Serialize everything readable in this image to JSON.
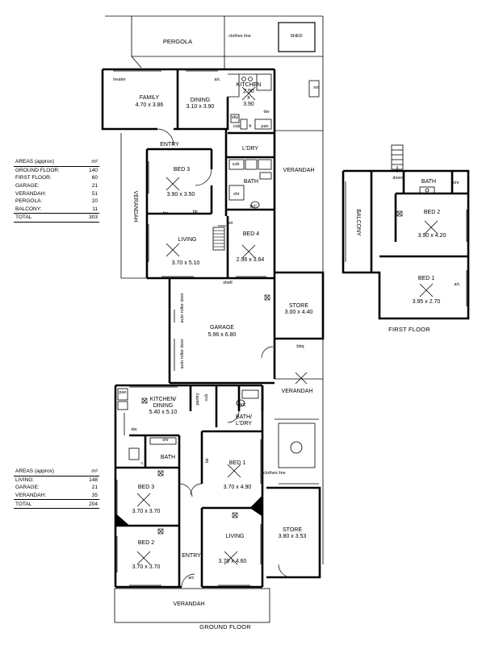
{
  "areas_upper": {
    "title": "AREAS (approx)",
    "unit": "m²",
    "rows": [
      {
        "label": "GROUND FLOOR:",
        "value": "140"
      },
      {
        "label": "FIRST FLOOR:",
        "value": "60"
      },
      {
        "label": "GARAGE:",
        "value": "21"
      },
      {
        "label": "VERANDAH:",
        "value": "51"
      },
      {
        "label": "PERGOLA:",
        "value": "20"
      },
      {
        "label": "BALCONY:",
        "value": "11"
      }
    ],
    "total_label": "TOTAL",
    "total_value": "303"
  },
  "areas_lower": {
    "title": "AREAS (approx)",
    "unit": "m²",
    "rows": [
      {
        "label": "LIVING:",
        "value": "148"
      },
      {
        "label": "GARAGE:",
        "value": "21"
      },
      {
        "label": "VERANDAH:",
        "value": "35"
      }
    ],
    "total_label": "TOTAL",
    "total_value": "204"
  },
  "rooms": {
    "pergola": "PERGOLA",
    "clothes_line_top": "clothes line",
    "shed": "SHED",
    "family": "FAMILY",
    "family_dim": "4.70 x 3.86",
    "heater": "heater",
    "ac_dining": "a/c",
    "dining": "DINING",
    "dining_dim": "3.10 x 3.90",
    "kitchen": "KITCHEN",
    "kitchen_dim1": "2.90",
    "kitchen_x": "x",
    "kitchen_dim2": "3.90",
    "dw_kitchen": "dw",
    "sky": "sky",
    "cub_kitchen": "cub",
    "fr": "fr",
    "pan_kitchen": "pan",
    "rwt": "rwt",
    "entry_top": "ENTRY",
    "ldry": "L'DRY",
    "cub_ldry": "cub",
    "verandah_right": "VERANDAH",
    "verandah_left": "VERANDAH",
    "bed3_top": "BED 3",
    "bed3_top_dim": "3.90 x 3.50",
    "bath_top": "BATH",
    "shr_top": "shr",
    "wc_top": "WC",
    "bir_top1": "bir",
    "bir_top2": "bir",
    "wir": "wir",
    "living_top": "LIVING",
    "living_top_dim": "3.70 x 5.10",
    "bed4": "BED 4",
    "bed4_dim": "2.96 x 3.64",
    "shelf": "shelf",
    "store_top": "STORE",
    "store_top_dim": "3.00 x 4.40",
    "roller_door1": "auto roller door",
    "roller_door2": "auto roller door",
    "garage": "GARAGE",
    "garage_dim": "5.96 x 6.80",
    "bbq": "bbq",
    "verandah_mid": "VERANDAH",
    "pan_ground": "pan",
    "kitchen_dining": "KITCHEN/",
    "kitchen_dining2": "DINING",
    "kitchen_dining_dim": "5.40 x 5.10",
    "pantry": "pantry",
    "cub_ground": "cub",
    "wc_ground": "WC",
    "bath_ldry": "BATH/",
    "bath_ldry2": "L'DRY",
    "dw_ground": "dw",
    "shr_ground": "shr",
    "bath_ground": "BATH",
    "c_ground": "c",
    "bed1_ground": "BED 1",
    "bed1_ground_dim": "3.70 x 4.90",
    "bir_ground": "bir",
    "clothes_line_ground": "clothes line",
    "bed3_ground": "BED 3",
    "bed3_ground_dim": "3.70 x 3.70",
    "store_ground": "STORE",
    "store_ground_dim": "3.80 x 3.53",
    "living_ground": "LIVING",
    "living_ground_dim": "3.70 x 4.60",
    "bed2_ground": "BED 2",
    "bed2_ground_dim": "3.70 x 3.70",
    "entry_ground": "ENTRY",
    "ac_ground": "a/c",
    "verandah_bottom": "VERANDAH",
    "ground_floor_title": "GROUND FLOOR",
    "down": "down",
    "bath_first": "BATH",
    "shr_first": "shr",
    "balcony": "BALCONY",
    "bed2_first": "BED 2",
    "bed2_first_dim": "3.90 x 4.20",
    "bed1_first": "BED 1",
    "bed1_first_dim": "3.95 x 2.70",
    "ac_first": "a/c",
    "first_floor_title": "FIRST FLOOR"
  }
}
